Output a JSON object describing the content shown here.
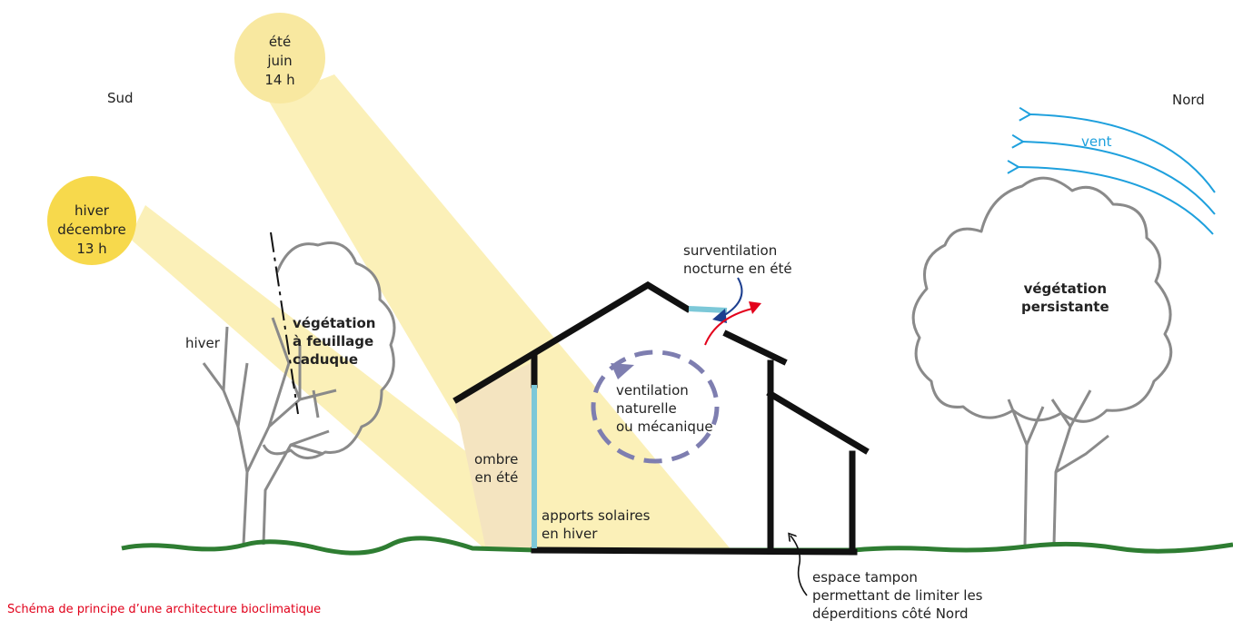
{
  "labels": {
    "south": "Sud",
    "north": "Nord",
    "summer_sun": [
      "été",
      "juin",
      "14 h"
    ],
    "winter_sun": [
      "hiver",
      "décembre",
      "13 h"
    ],
    "wind": "vent",
    "winter": "hiver",
    "deciduous": [
      "végétation",
      "à feuillage",
      "caduque"
    ],
    "evergreen": [
      "végétation",
      "persistante"
    ],
    "night_vent": [
      "surventilation",
      "nocturne en été"
    ],
    "ventilation": [
      "ventilation",
      "naturelle",
      "ou mécanique"
    ],
    "summer_shade": [
      "ombre",
      "en été"
    ],
    "solar_gain": [
      "apports solaires",
      "en hiver"
    ],
    "buffer_space": [
      "espace tampon",
      "permettant de limiter les",
      "déperditions côté Nord"
    ]
  },
  "caption": "Schéma de principe d’une architecture bioclimatique",
  "colors": {
    "summer_sun": "#f8e8a0",
    "winter_sun": "#f7d94c",
    "sun_beam": "#fbeeb0",
    "shade_area": "#f4e4c0",
    "ground": "#2e7d32",
    "wall": "#111111",
    "window": "#7cc8d8",
    "wind": "#1ea0dd",
    "tree_outline": "#8a8a8a",
    "vent_loop": "#7e7eb0",
    "warm_air": "#e3001b",
    "cool_air": "#1d3f8f",
    "caption": "#e1001a"
  }
}
